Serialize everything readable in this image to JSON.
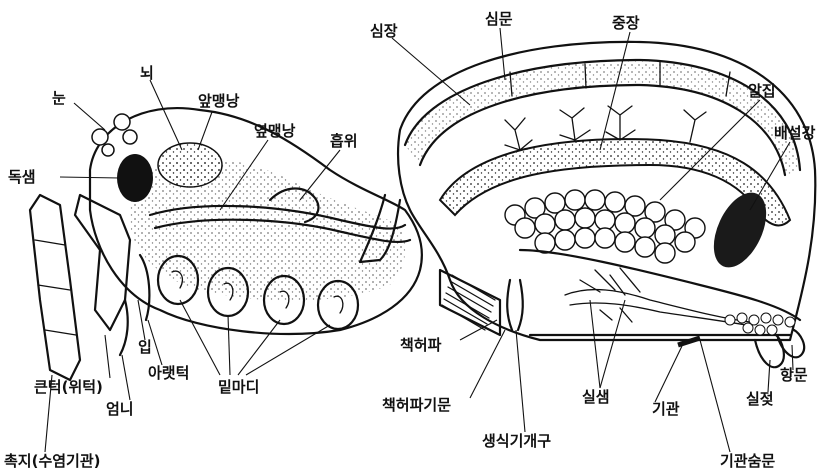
{
  "labels": {
    "eye": "눈",
    "brain": "뇌",
    "anterior_stomach": "앞맹낭",
    "lateral_stomach": "옆맹낭",
    "sucking_stomach": "흡위",
    "heart": "심장",
    "ostium": "심문",
    "midgut": "중장",
    "ovary": "알집",
    "cloaca": "배설강",
    "poison_gland": "독샘",
    "mouth": "입",
    "lower_lip": "아랫턱",
    "chelicera_base": "큰턱(위턱)",
    "fang": "엄니",
    "pedipalp": "촉지(수염기관)",
    "walking_leg_bases": "밑마디",
    "book_lung": "책허파",
    "book_lung_opening": "책허파기문",
    "genital_opening": "생식기개구",
    "silk_gland": "실샘",
    "trachea": "기관",
    "tracheal_opening": "기관숨문",
    "anus": "항문",
    "spinneret": "실젖"
  }
}
